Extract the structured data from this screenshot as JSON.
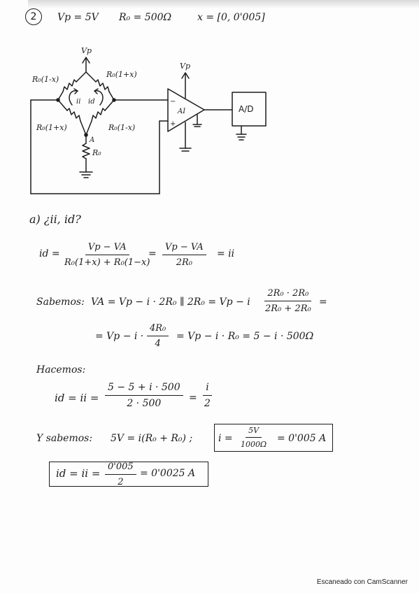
{
  "header": {
    "problem_number": "2",
    "vp": "Vp = 5V",
    "r0": "R₀ = 500Ω",
    "x_range": "x = [0, 0'005]"
  },
  "circuit": {
    "vp_top": "Vp",
    "vp_amp": "Vp",
    "r_top_left": "R₀(1-x)",
    "r_top_right": "R₀(1+x)",
    "r_bottom_left": "R₀(1+x)",
    "r_bottom_right": "R₀(1-x)",
    "r_bottom": "R₀",
    "node_a": "A",
    "current_i": "ii",
    "current_d": "id",
    "amp": "AI",
    "adc": "A/D",
    "plus": "+",
    "minus": "−"
  },
  "part_a": {
    "question": "a) ¿ii, id?",
    "eq1_lhs": "id =",
    "eq1_num1": "Vp − VA",
    "eq1_den1": "R₀(1+x) + R₀(1−x)",
    "eq1_eq": "=",
    "eq1_num2": "Vp − VA",
    "eq1_den2": "2R₀",
    "eq1_rhs": "= ii",
    "sabemos": "Sabemos:",
    "eq2_a": "VA = Vp − i · 2R₀ ∥ 2R₀ = Vp − i",
    "eq2_num": "2R₀ · 2R₀",
    "eq2_den": "2R₀ + 2R₀",
    "eq2_end": "=",
    "eq3_a": "= Vp − i ·",
    "eq3_num": "4R₀",
    "eq3_den": "4",
    "eq3_b": "= Vp − i · R₀ = 5 − i · 500Ω",
    "hacemos": "Hacemos:",
    "eq4_lhs": "id = ii =",
    "eq4_num": "5 − 5 + i · 500",
    "eq4_den": "2 · 500",
    "eq4_mid": "=",
    "eq4_num2": "i",
    "eq4_den2": "2",
    "y_sabemos": "Y sabemos:",
    "eq5": "5V = i(R₀ + R₀) ;",
    "eq5_box_lhs": "i =",
    "eq5_box_num": "5V",
    "eq5_box_den": "1000Ω",
    "eq5_box_rhs": "= 0'005 A",
    "eq6_box": "id = ii =",
    "eq6_num": "0'005",
    "eq6_den": "2",
    "eq6_rhs": "= 0'0025 A"
  },
  "footer": "Escaneado con CamScanner"
}
